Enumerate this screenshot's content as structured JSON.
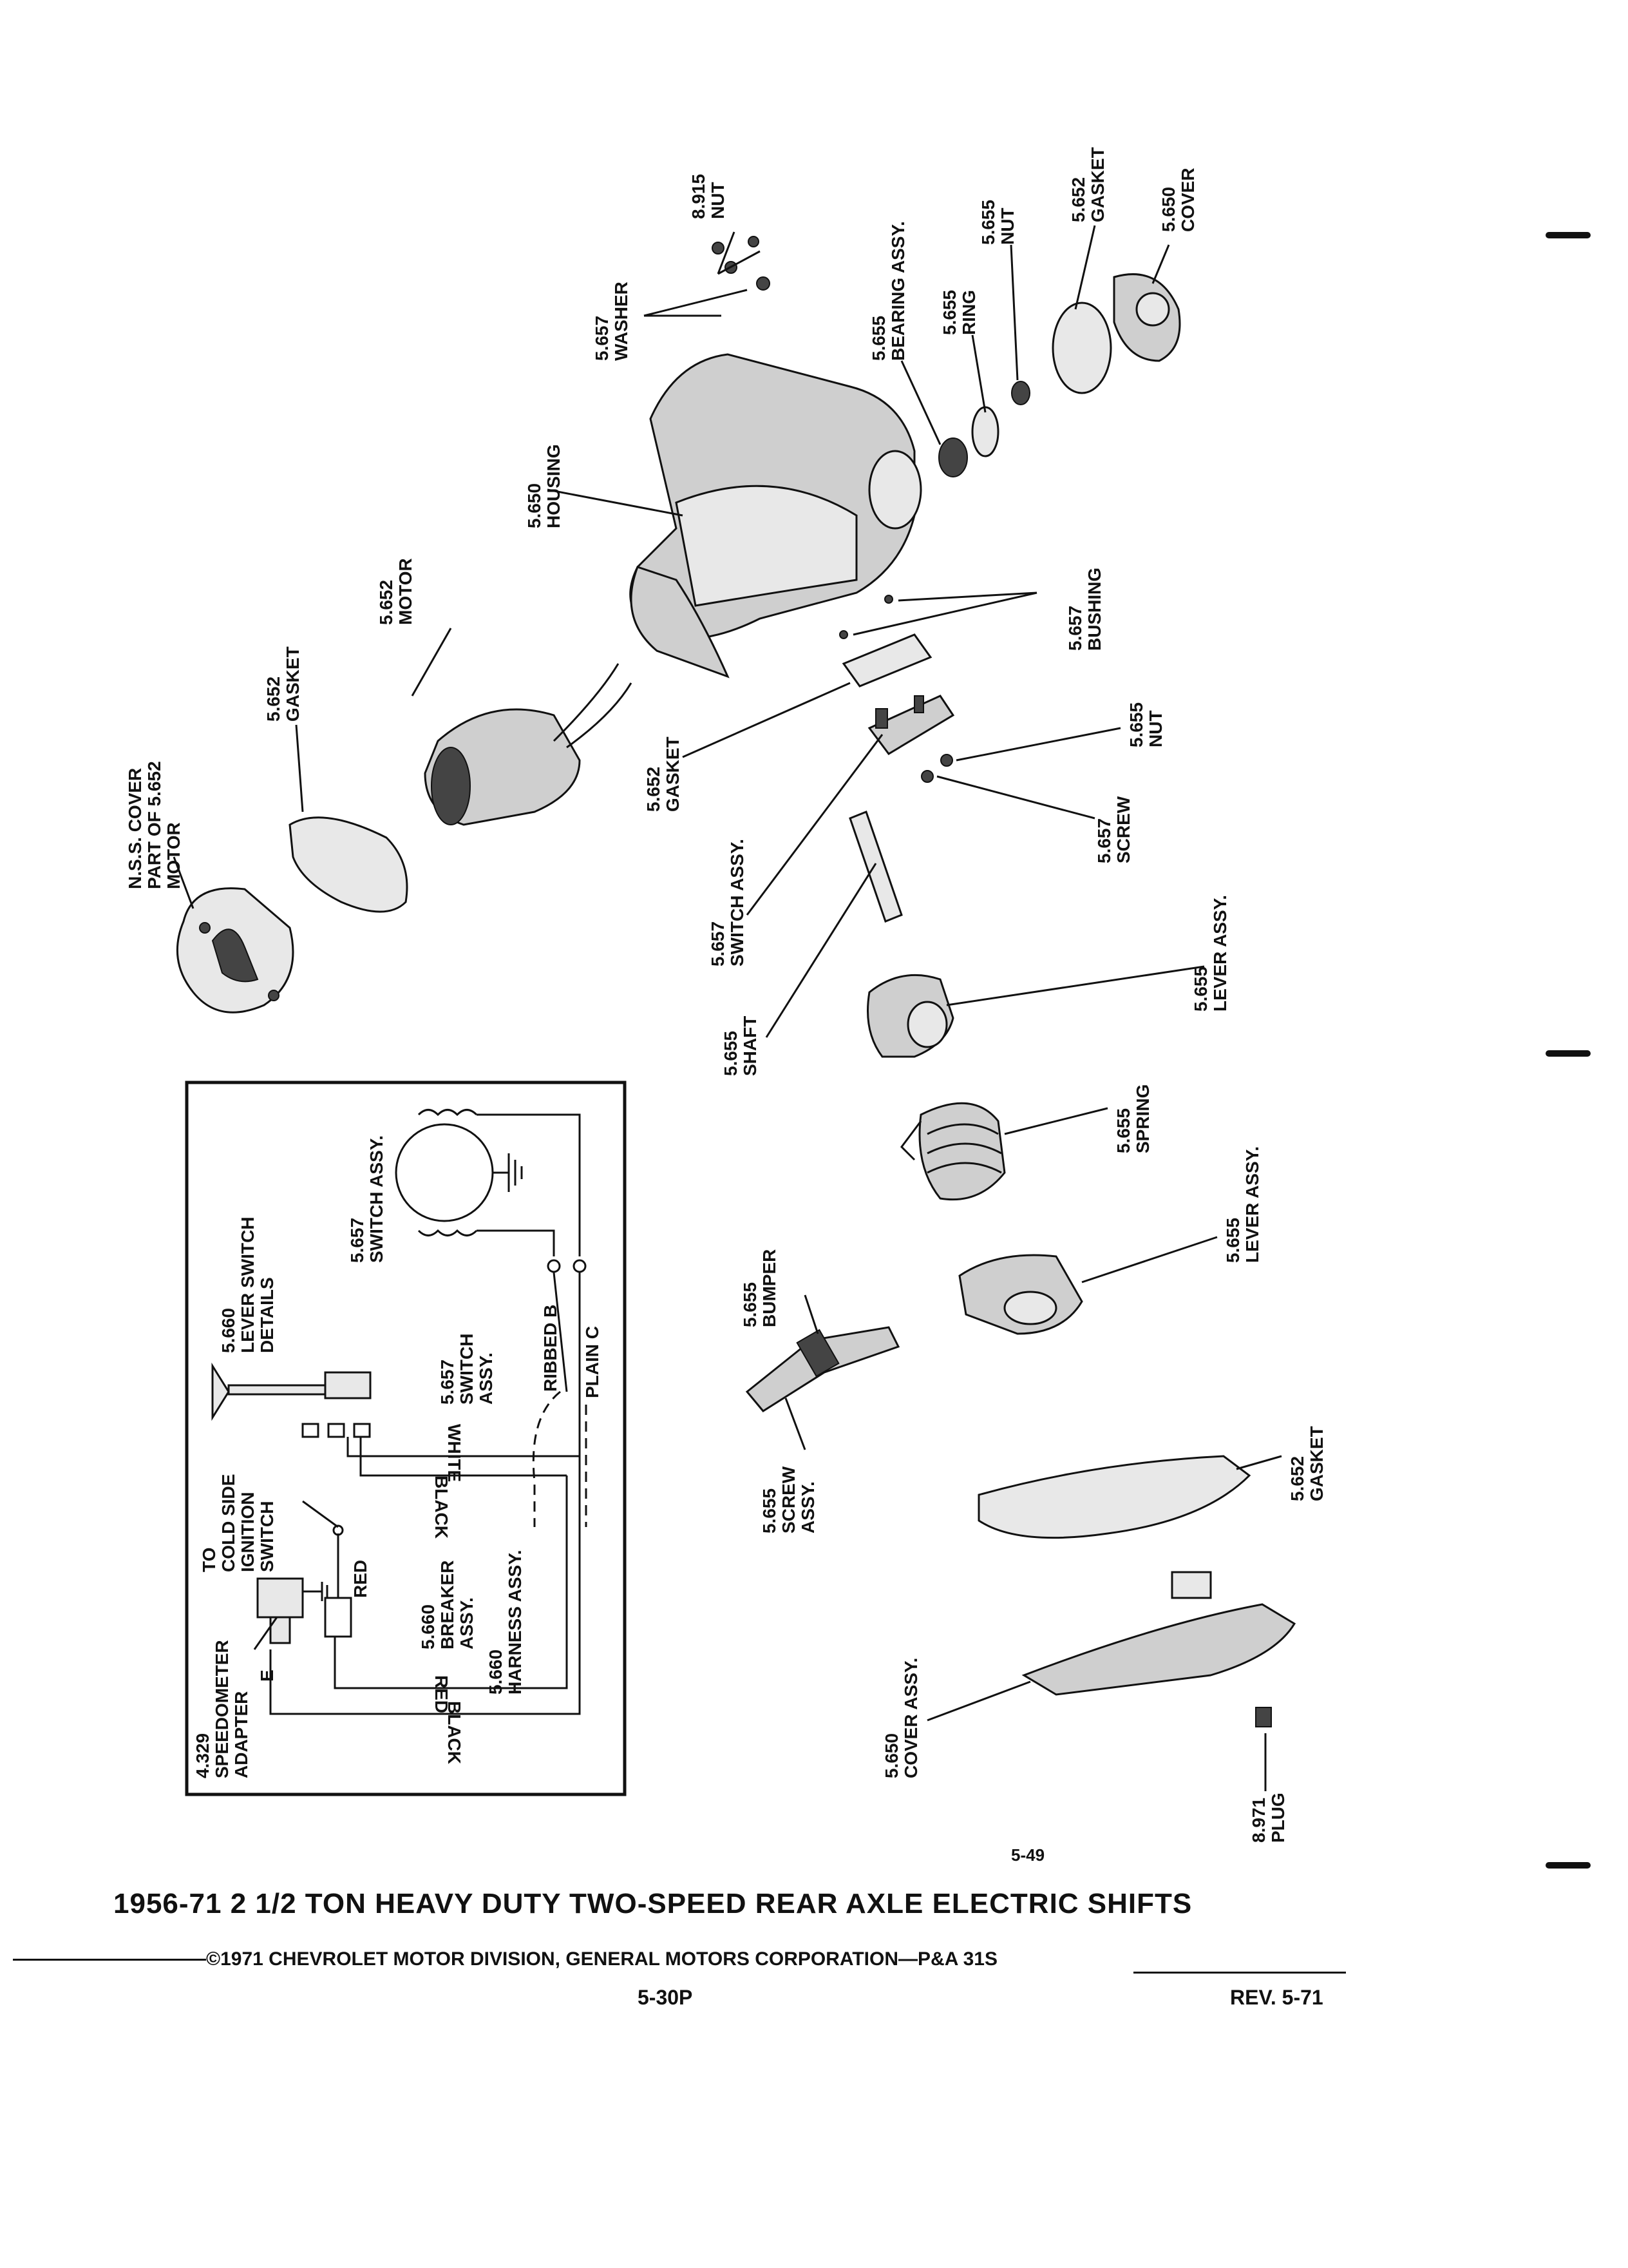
{
  "title": "1956-71 2 1/2 TON HEAVY DUTY TWO-SPEED REAR AXLE ELECTRIC SHIFTS",
  "copyright": "©1971 CHEVROLET MOTOR DIVISION, GENERAL MOTORS CORPORATION—P&A 31S",
  "page_code": "5-30P",
  "revision": "REV. 5-71",
  "figure_number": "5-49",
  "parts": [
    {
      "id": "nss_cover",
      "number": "N.S.S. COVER",
      "name": "PART OF 5.652",
      "extra": "MOTOR"
    },
    {
      "id": "gasket_motor",
      "number": "5.652",
      "name": "GASKET"
    },
    {
      "id": "motor",
      "number": "5.652",
      "name": "MOTOR"
    },
    {
      "id": "housing",
      "number": "5.650",
      "name": "HOUSING"
    },
    {
      "id": "washer",
      "number": "5.657",
      "name": "WASHER"
    },
    {
      "id": "nut_top",
      "number": "8.915",
      "name": "NUT"
    },
    {
      "id": "bearing",
      "number": "5.655",
      "name": "BEARING ASSY."
    },
    {
      "id": "ring",
      "number": "5.655",
      "name": "RING"
    },
    {
      "id": "nut_655",
      "number": "5.655",
      "name": "NUT"
    },
    {
      "id": "gasket_cover",
      "number": "5.652",
      "name": "GASKET"
    },
    {
      "id": "cover",
      "number": "5.650",
      "name": "COVER"
    },
    {
      "id": "bushing",
      "number": "5.657",
      "name": "BUSHING"
    },
    {
      "id": "gasket_switch",
      "number": "5.652",
      "name": "GASKET"
    },
    {
      "id": "nut_switch",
      "number": "5.655",
      "name": "NUT"
    },
    {
      "id": "screw",
      "number": "5.657",
      "name": "SCREW"
    },
    {
      "id": "switch",
      "number": "5.657",
      "name": "SWITCH ASSY."
    },
    {
      "id": "shaft",
      "number": "5.655",
      "name": "SHAFT"
    },
    {
      "id": "lever1",
      "number": "5.655",
      "name": "LEVER ASSY."
    },
    {
      "id": "spring",
      "number": "5.655",
      "name": "SPRING"
    },
    {
      "id": "lever2",
      "number": "5.655",
      "name": "LEVER ASSY."
    },
    {
      "id": "bumper",
      "number": "5.655",
      "name": "BUMPER"
    },
    {
      "id": "screw_assy",
      "number": "5.655",
      "name": "SCREW",
      "extra": "ASSY."
    },
    {
      "id": "gasket_big",
      "number": "5.652",
      "name": "GASKET"
    },
    {
      "id": "cover_assy",
      "number": "5.650",
      "name": "COVER ASSY."
    },
    {
      "id": "plug",
      "number": "8.971",
      "name": "PLUG"
    }
  ],
  "wiring": {
    "switch_top": {
      "number": "5.657",
      "name": "SWITCH ASSY."
    },
    "lever_switch": {
      "number": "5.660",
      "name": "LEVER SWITCH",
      "extra": "DETAILS"
    },
    "switch_inner": {
      "number": "5.657",
      "name": "SWITCH",
      "extra": "ASSY."
    },
    "ribbed": "RIBBED B",
    "plain": "PLAIN C",
    "white": "WHITE",
    "black_upper": "BLACK",
    "ignition": {
      "line1": "TO",
      "line2": "COLD SIDE",
      "line3": "IGNITION",
      "line4": "SWITCH"
    },
    "red_upper": "RED",
    "breaker": {
      "number": "5.660",
      "name": "BREAKER",
      "extra": "ASSY."
    },
    "harness": {
      "number": "5.660",
      "name": "HARNESS ASSY."
    },
    "speedometer": {
      "number": "4.329",
      "name": "SPEEDOMETER",
      "extra": "ADAPTER"
    },
    "e_label": "E",
    "red_lower": "RED",
    "black_lower": "BLACK"
  }
}
